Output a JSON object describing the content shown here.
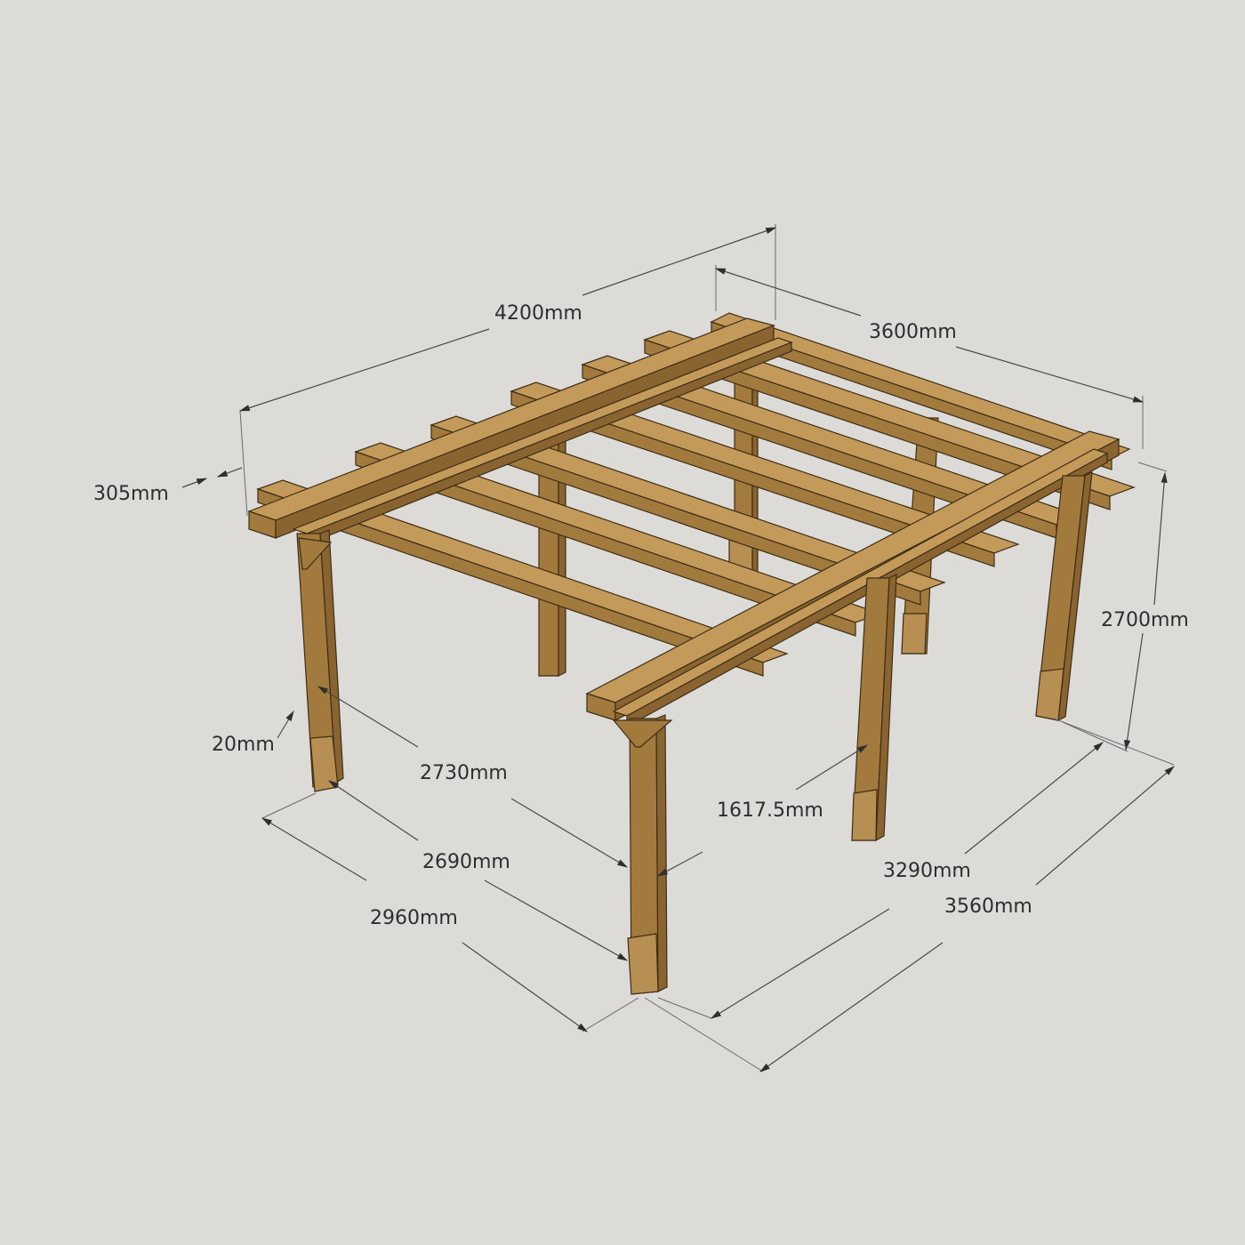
{
  "colors": {
    "background": "#dcdbd7",
    "timber_light": "#c49a5b",
    "timber_mid": "#a27a3e",
    "timber_dark": "#8a6430",
    "outline": "#3e2d15",
    "dimension": "#2e2e2e"
  },
  "dimensions": {
    "overall_length": "4200mm",
    "overall_depth": "3600mm",
    "overhang": "305mm",
    "height": "2700mm",
    "gap": "20mm",
    "post_span_upper": "2730mm",
    "post_center": "1617.5mm",
    "post_span_inner": "2690mm",
    "base_length": "2960mm",
    "depth_inner": "3290mm",
    "depth_outer": "3560mm"
  }
}
